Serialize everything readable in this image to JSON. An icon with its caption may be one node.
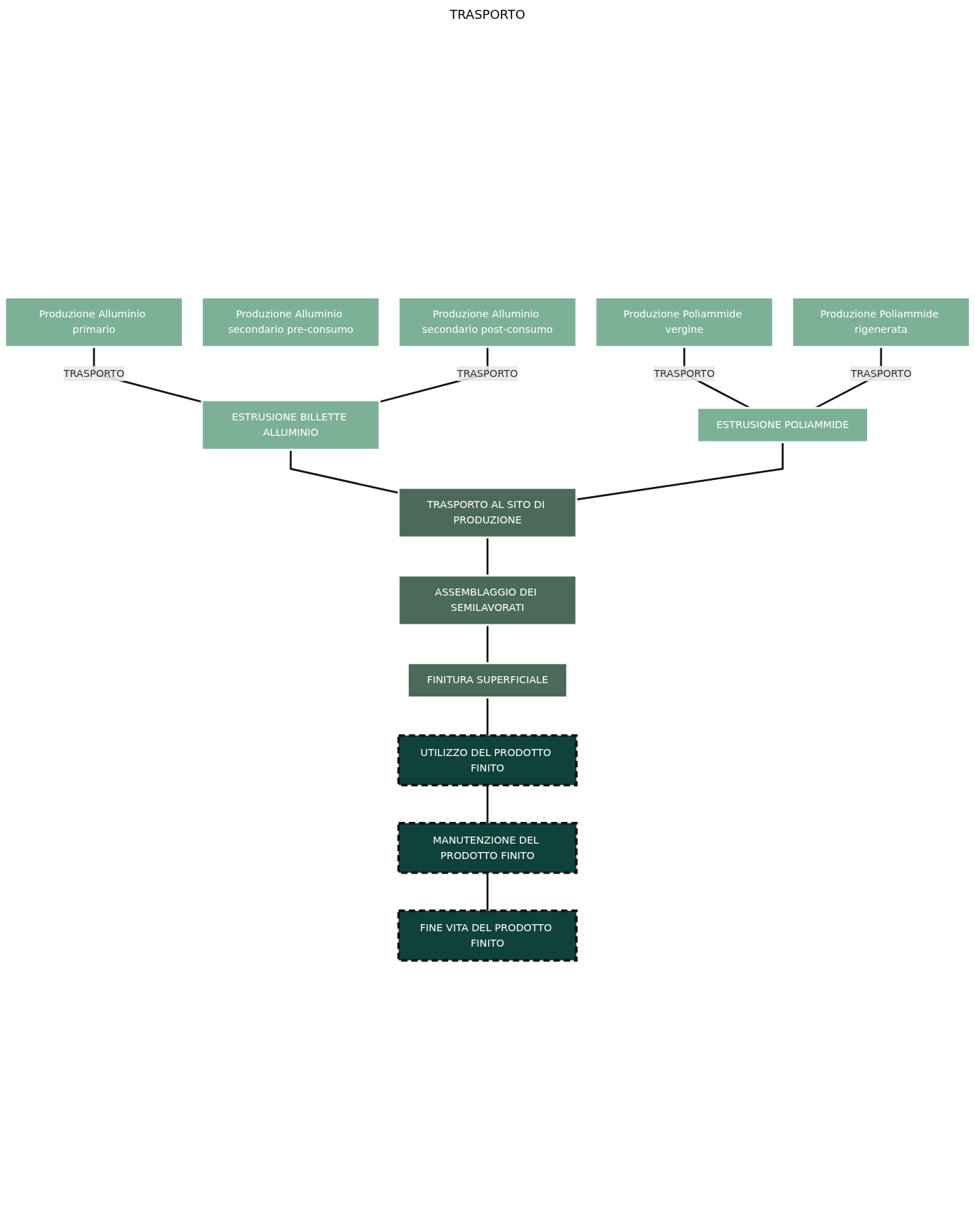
{
  "diagram": {
    "nodes": [
      {
        "text": [
          "Produzione Alluminio primario"
        ]
      },
      {
        "text": [
          "Produzione Alluminio secondario pre-consumo"
        ]
      },
      {
        "text": [
          "Produzione Alluminio secondario post-consumo"
        ]
      },
      {
        "text": [
          "Produzione Poliammide vergine"
        ]
      },
      {
        "text": [
          "Produzione Poliammide rigenerata"
        ]
      },
      {
        "text": [
          "ESTRUSIONE BILLETTE ALLUMINIO"
        ]
      },
      {
        "text": [
          "ESTRUSIONE POLIAMMIDE"
        ]
      },
      {
        "text": [
          "TRASPORTO AL SITO DI PRODUZIONE"
        ]
      },
      {
        "text": [
          "ASSEMBLAGGIO DEI SEMILAVORATI"
        ]
      },
      {
        "text": [
          "FINITURA SUPERFICIALE"
        ]
      },
      {
        "text": [
          "UTILIZZO DEL PRODOTTO FINITO"
        ]
      },
      {
        "text": [
          "MANUTENZIONE DEL PRODOTTO FINITO"
        ]
      },
      {
        "text": [
          "FINE VITA DEL PRODOTTO FINITO"
        ]
      }
    ],
    "edges": [
      {
        "from": 0,
        "to": 5,
        "arrow": "none",
        "label": "TRASPORTO"
      },
      {
        "from": 2,
        "to": 5,
        "arrow": "none",
        "label": "TRASPORTO"
      },
      {
        "from": 3,
        "to": 6,
        "arrow": "none",
        "label": "TRASPORTO"
      },
      {
        "from": 4,
        "to": 6,
        "arrow": "none",
        "label": "TRASPORTO"
      },
      {
        "from": 5,
        "to": 7,
        "arrow": "none"
      },
      {
        "from": 6,
        "to": 7,
        "arrow": "none"
      },
      {
        "from": 7,
        "to": 8,
        "arrow": "none"
      },
      {
        "from": 8,
        "to": 9,
        "arrow": "none"
      },
      {
        "from": 9,
        "to": 10,
        "arrow": "none"
      },
      {
        "from": 10,
        "to": 11,
        "arrow": "none"
      },
      {
        "from": 11,
        "to": 12,
        "arrow": "none"
      }
    ],
    "labels": [
      "TRASPORTO"
    ]
  }
}
